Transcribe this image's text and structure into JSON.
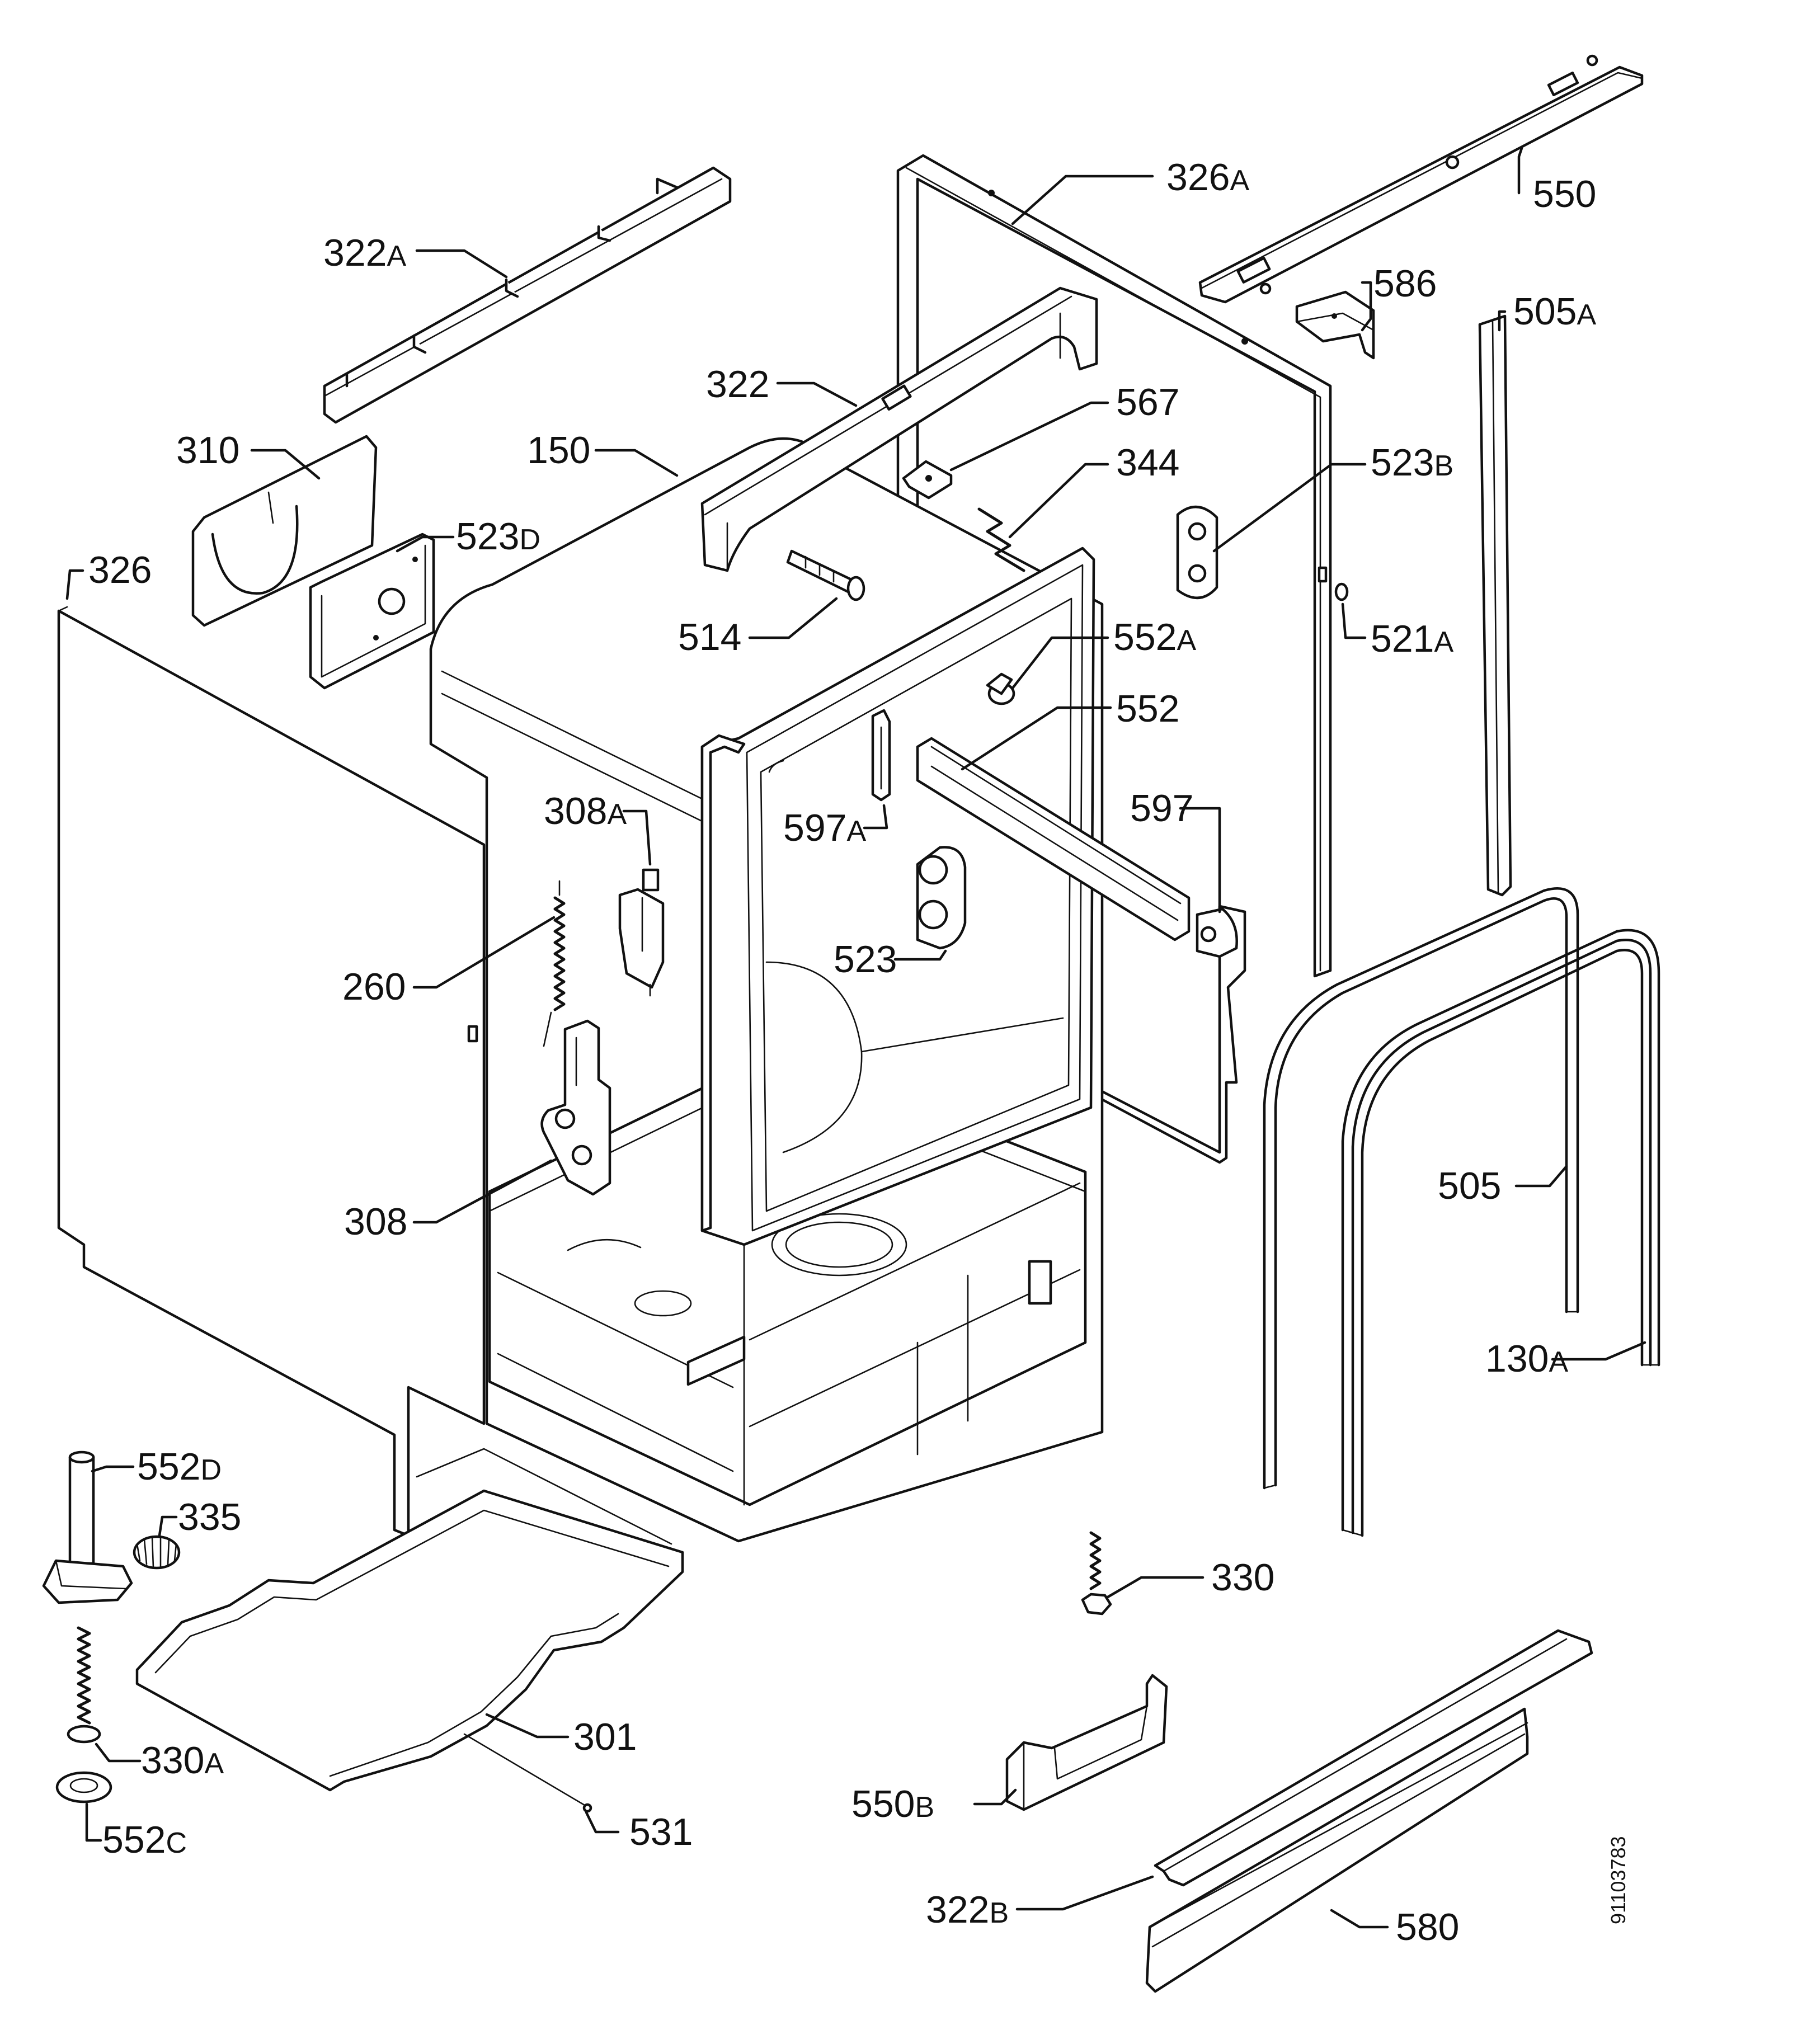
{
  "drawing_number": "91103783",
  "callouts": {
    "c_326A": {
      "num": "326",
      "suf": "A"
    },
    "c_550": {
      "num": "550",
      "suf": ""
    },
    "c_322A": {
      "num": "322",
      "suf": "A"
    },
    "c_586": {
      "num": "586",
      "suf": ""
    },
    "c_505A": {
      "num": "505",
      "suf": "A"
    },
    "c_322": {
      "num": "322",
      "suf": ""
    },
    "c_567": {
      "num": "567",
      "suf": ""
    },
    "c_310": {
      "num": "310",
      "suf": ""
    },
    "c_150": {
      "num": "150",
      "suf": ""
    },
    "c_344": {
      "num": "344",
      "suf": ""
    },
    "c_523B": {
      "num": "523",
      "suf": "B"
    },
    "c_523D": {
      "num": "523",
      "suf": "D"
    },
    "c_326": {
      "num": "326",
      "suf": ""
    },
    "c_514": {
      "num": "514",
      "suf": ""
    },
    "c_552A": {
      "num": "552",
      "suf": "A"
    },
    "c_521A": {
      "num": "521",
      "suf": "A"
    },
    "c_552": {
      "num": "552",
      "suf": ""
    },
    "c_308A": {
      "num": "308",
      "suf": "A"
    },
    "c_597": {
      "num": "597",
      "suf": ""
    },
    "c_597A": {
      "num": "597",
      "suf": "A"
    },
    "c_523": {
      "num": "523",
      "suf": ""
    },
    "c_260": {
      "num": "260",
      "suf": ""
    },
    "c_505": {
      "num": "505",
      "suf": ""
    },
    "c_308": {
      "num": "308",
      "suf": ""
    },
    "c_130A": {
      "num": "130",
      "suf": "A"
    },
    "c_552D": {
      "num": "552",
      "suf": "D"
    },
    "c_335": {
      "num": "335",
      "suf": ""
    },
    "c_330": {
      "num": "330",
      "suf": ""
    },
    "c_330A": {
      "num": "330",
      "suf": "A"
    },
    "c_301": {
      "num": "301",
      "suf": ""
    },
    "c_550B": {
      "num": "550",
      "suf": "B"
    },
    "c_552C": {
      "num": "552",
      "suf": "C"
    },
    "c_531": {
      "num": "531",
      "suf": ""
    },
    "c_322B": {
      "num": "322",
      "suf": "B"
    },
    "c_580": {
      "num": "580",
      "suf": ""
    }
  }
}
